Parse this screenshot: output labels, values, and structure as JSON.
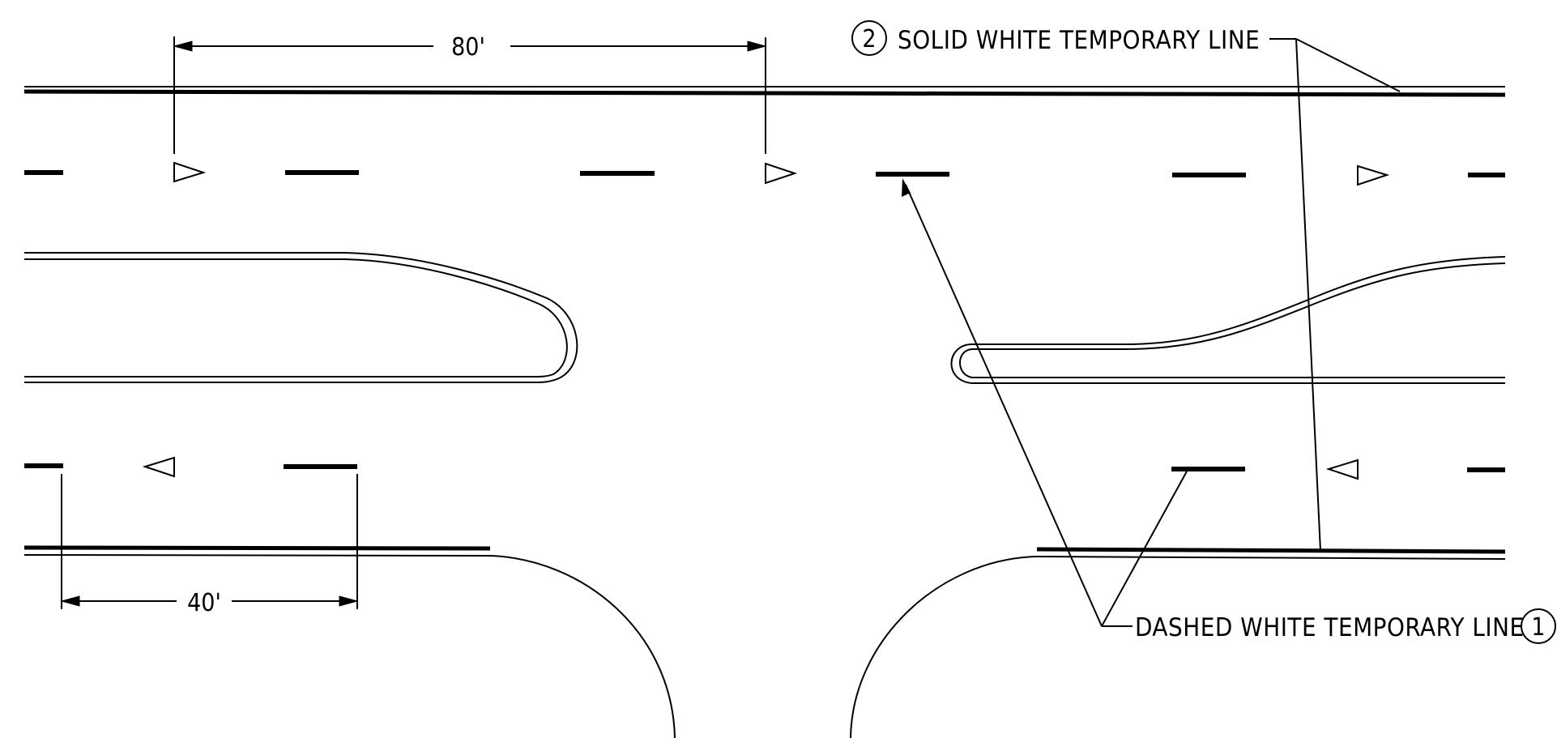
{
  "dimensions": {
    "top_spacing": "80'",
    "bottom_spacing": "40'"
  },
  "callouts": {
    "solid_line": {
      "number": "2",
      "text": "SOLID WHITE TEMPORARY LINE"
    },
    "dashed_line": {
      "number": "1",
      "text": "DASHED WHITE TEMPORARY LINE"
    }
  },
  "colors": {
    "ink": "#000000",
    "paper": "#ffffff"
  }
}
